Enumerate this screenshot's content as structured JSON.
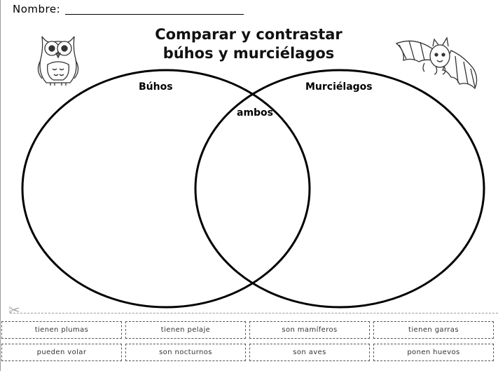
{
  "header": {
    "name_label": "Nombre:"
  },
  "title": {
    "line1": "Comparar y contrastar",
    "line2": "búhos y murciélagos"
  },
  "venn": {
    "left_label": "Búhos",
    "right_label": "Murciélagos",
    "overlap_label": "ambos"
  },
  "cards": [
    "tienen plumas",
    "tienen pelaje",
    "son mamíferos",
    "tienen garras",
    "pueden volar",
    "son nocturnos",
    "son aves",
    "ponen huevos"
  ],
  "icons": {
    "owl": "owl-clipart",
    "bat": "bat-clipart",
    "cut": "scissors-icon"
  }
}
